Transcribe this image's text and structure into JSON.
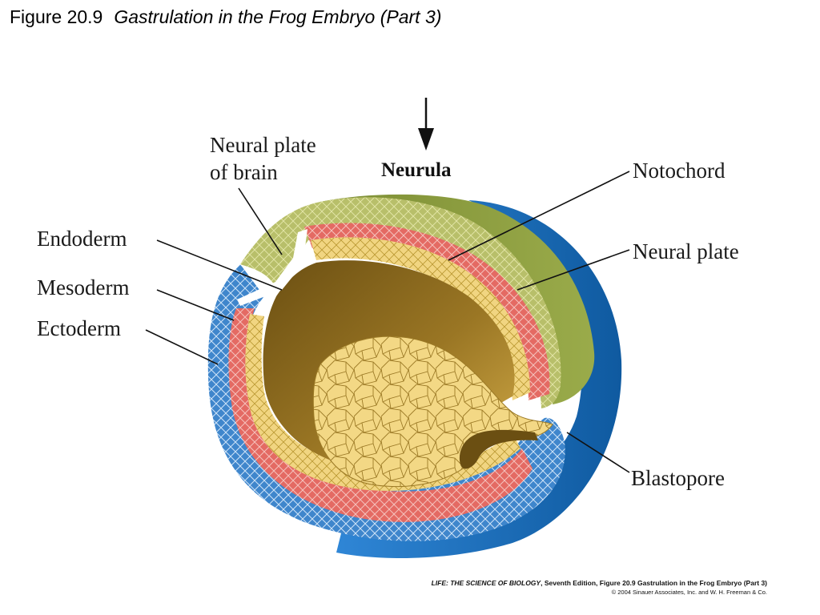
{
  "title": {
    "figure_number": "Figure 20.9",
    "figure_title": "Gastrulation in the Frog Embryo (Part 3)"
  },
  "diagram": {
    "stage_label": "Neurula",
    "labels": {
      "neural_plate_brain_line1": "Neural plate",
      "neural_plate_brain_line2": "of brain",
      "endoderm": "Endoderm",
      "mesoderm": "Mesoderm",
      "ectoderm": "Ectoderm",
      "notochord": "Notochord",
      "neural_plate": "Neural plate",
      "blastopore": "Blastopore"
    },
    "colors": {
      "ectoderm": "#3f86cc",
      "mesoderm": "#e46a63",
      "endoderm": "#f1d581",
      "yolk": "#f3d885",
      "neural_plate": "#8a9a3c",
      "outer_shell": "#1c6db5",
      "archenteron": "#8f6c1e"
    }
  },
  "credit": {
    "book": "LIFE: THE SCIENCE OF BIOLOGY",
    "rest": ", Seventh Edition, Figure 20.9 Gastrulation in the Frog Embryo (Part 3)",
    "copyright": "© 2004 Sinauer Associates, Inc. and W. H. Freeman & Co."
  }
}
